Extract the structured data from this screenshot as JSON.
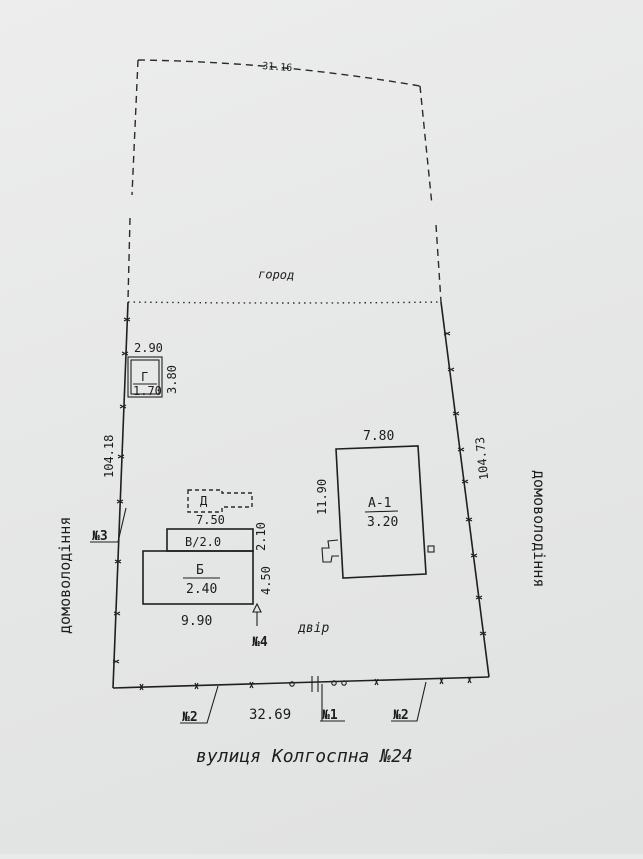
{
  "plot": {
    "top_length": "31.16",
    "garden_label": "город",
    "left_length": "104.18",
    "right_length": "104.73",
    "bottom_length": "32.69",
    "yard_label": "двір"
  },
  "neighbors": {
    "left": "домоволодіння",
    "right": "домоволодіння"
  },
  "street": "вулиця Колгоспна №24",
  "boundary_marks": {
    "left_side": "№3",
    "bottom_left": "№2",
    "bottom_middle": "№1",
    "bottom_right": "№2",
    "well": "№4"
  },
  "buildings": {
    "g": {
      "width": "2.90",
      "letter": "Г",
      "area": "1.70",
      "depth": "3.80"
    },
    "d": {
      "letter": "Д"
    },
    "v": {
      "top_width": "7.50",
      "label": "В/2.0",
      "depth": "2.10"
    },
    "b": {
      "letter": "Б",
      "area": "2.40",
      "depth": "4.50",
      "width": "9.90"
    },
    "a": {
      "width": "7.80",
      "letter": "А-1",
      "area": "3.20",
      "depth": "11.90"
    }
  }
}
